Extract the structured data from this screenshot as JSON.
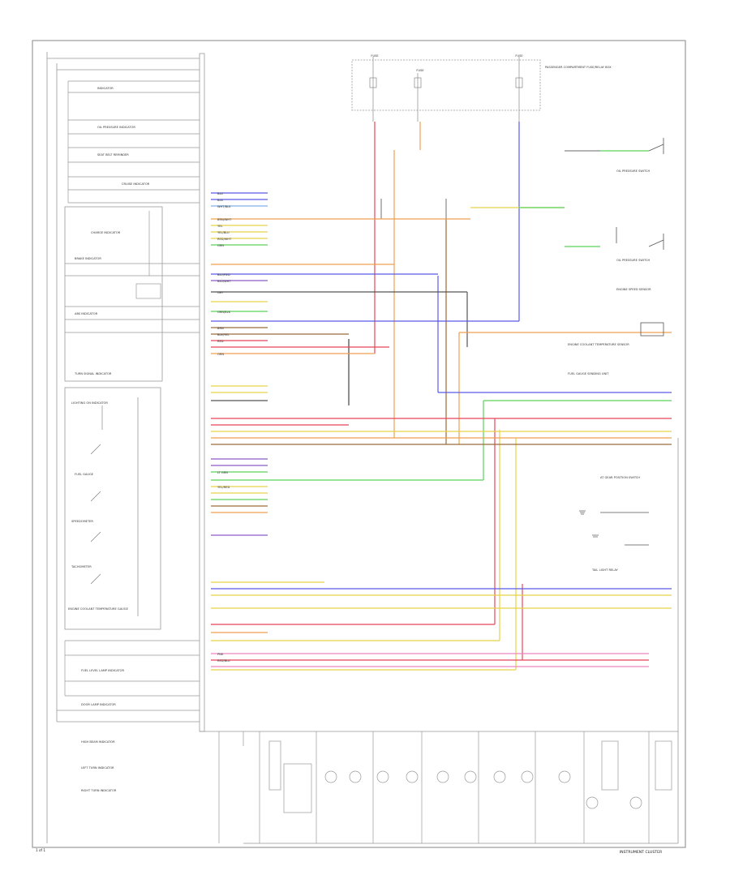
{
  "title": "INSTRUMENT CLUSTER",
  "page_label": "1 of 1",
  "fuse_labels": [
    "FUSE",
    "FUSE",
    "FUSE"
  ],
  "right_labels": [
    "PASSENGER COMPARTMENT FUSE/RELAY BOX",
    "OIL PRESSURE SWITCH",
    "OIL PRESSURE SWITCH",
    "ENGINE SPEED SENSOR",
    "ENGINE COOLANT TEMPERATURE SENSOR",
    "FUEL GAUGE SENDING UNIT",
    "AT GEAR POSITION SWITCH",
    "TAIL LIGHT RELAY"
  ],
  "left_labels": [
    "INDICATOR",
    "OIL PRESSURE INDICATOR",
    "SEAT BELT REMINDER",
    "CRUISE INDICATOR",
    "CHARGE INDICATOR",
    "BRAKE INDICATOR",
    "ABS INDICATOR",
    "TURN SIGNAL INDICATOR",
    "LIGHTING ON INDICATOR",
    "FUEL GAUGE",
    "SPEEDOMETER",
    "TACHOMETER",
    "ENGINE COOLANT TEMPERATURE GAUGE",
    "FUEL LEVEL LAMP INDICATOR",
    "DOOR LAMP INDICATOR",
    "HIGH BEAM INDICATOR",
    "LEFT TURN INDICATOR",
    "RIGHT TURN INDICATOR"
  ],
  "wire_labels": [
    "BLU",
    "BLK",
    "WHT/BLK",
    "BRN/WHT",
    "YEL",
    "YEL/BLU",
    "RED/WHT",
    "GRN",
    "BLU/RED",
    "BLU/WHT",
    "BRN",
    "BLK/YEL",
    "GRN/BLK",
    "PNK",
    "RED",
    "ORN",
    "LT GRN",
    "YEL/RED",
    "RED/BLU",
    "GRY"
  ],
  "wire_colors": {
    "blue": "#5a5ae8",
    "red": "#e8455a",
    "orange": "#f0a050",
    "green": "#5ad25a",
    "yellow": "#e6d24a",
    "purple": "#8c5ac8",
    "brown": "#9a6a3a",
    "black": "#222222",
    "gray": "#9a9a9a",
    "pink": "#ec88c0",
    "lightblue": "#7fb0e8"
  },
  "icons": [
    "ground-icon",
    "bulb-icon",
    "fuse-icon",
    "switch-icon"
  ]
}
